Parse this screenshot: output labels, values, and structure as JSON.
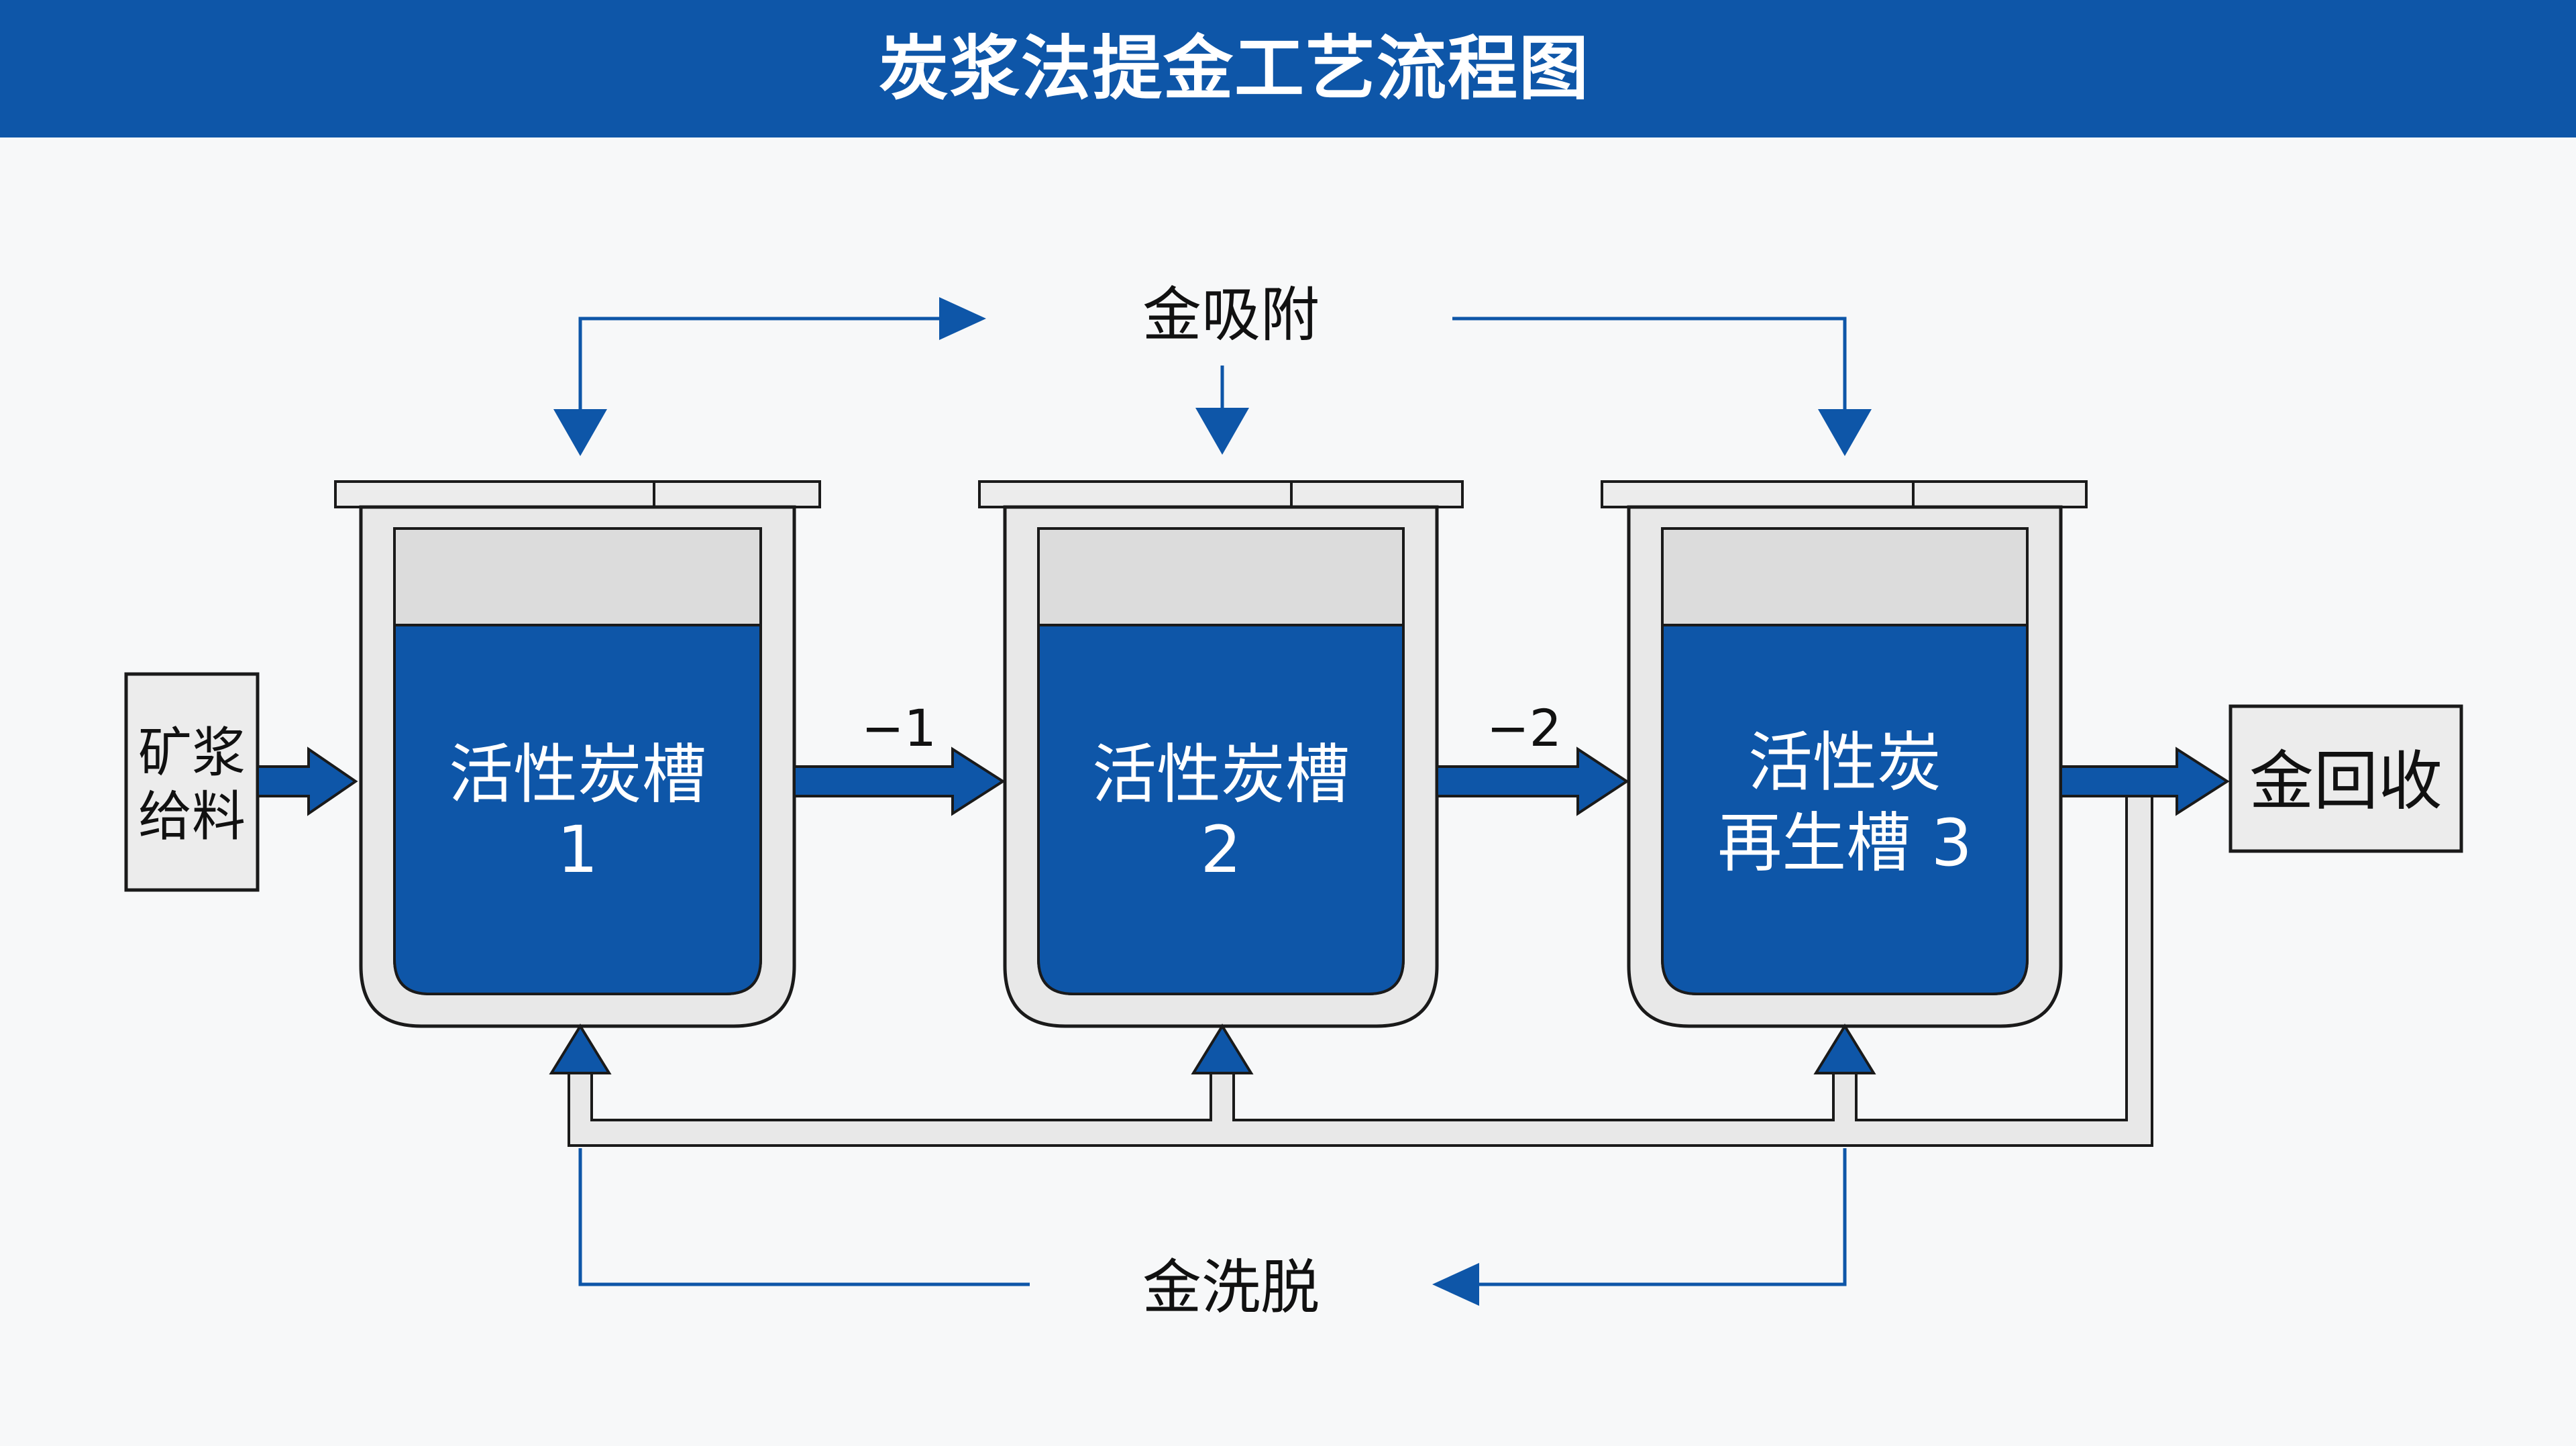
{
  "title": "炭浆法提金工艺流程图",
  "labels": {
    "adsorption": "金吸附",
    "elution": "金洗脱",
    "feed_line1": "矿浆",
    "feed_line2": "给料",
    "recovery": "金回收",
    "flow_1": "−1",
    "flow_2": "−2"
  },
  "tanks": [
    {
      "line1": "活性炭槽",
      "line2": "1"
    },
    {
      "line1": "活性炭槽",
      "line2": "2"
    },
    {
      "line1": "活性炭",
      "line2": "再生槽 3"
    }
  ],
  "colors": {
    "primary_blue": "#0e56a8",
    "header_blue": "#0e56a8",
    "tank_frame": "#e8e8e8",
    "headspace": "#dcdcdc",
    "outline": "#1a1a1a",
    "background": "#f7f8f9"
  }
}
